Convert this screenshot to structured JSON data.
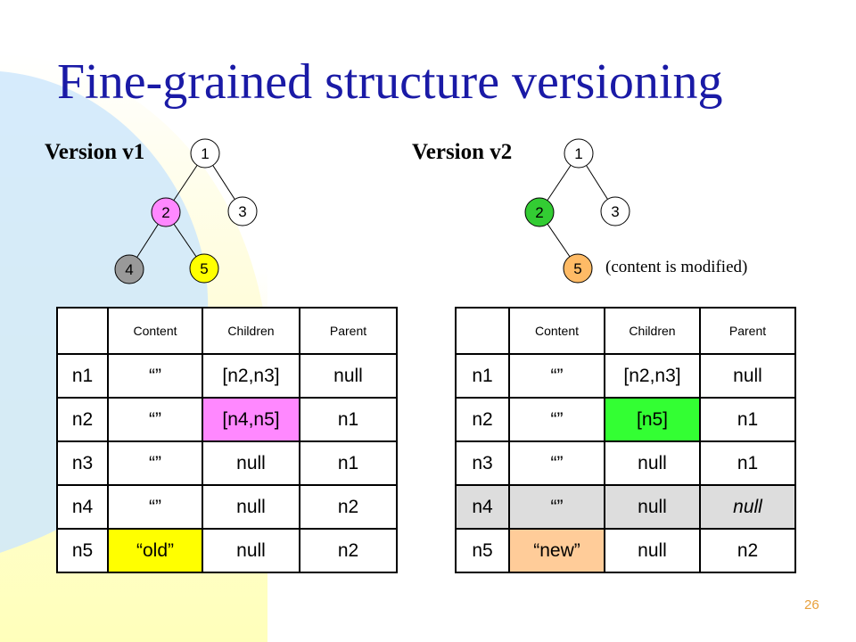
{
  "slide": {
    "title": "Fine-grained structure versioning",
    "page_number": "26",
    "note": "(content is modified)"
  },
  "v1": {
    "label": "Version v1",
    "nodes": [
      "1",
      "2",
      "3",
      "4",
      "5"
    ],
    "table": {
      "headers": [
        "",
        "Content",
        "Children",
        "Parent"
      ],
      "rows": [
        [
          "n1",
          "“”",
          "[n2,n3]",
          "null"
        ],
        [
          "n2",
          "“”",
          "[n4,n5]",
          "n1"
        ],
        [
          "n3",
          "“”",
          "null",
          "n1"
        ],
        [
          "n4",
          "“”",
          "null",
          "n2"
        ],
        [
          "n5",
          "“old”",
          "null",
          "n2"
        ]
      ]
    }
  },
  "v2": {
    "label": "Version v2",
    "nodes": [
      "1",
      "2",
      "3",
      "5"
    ],
    "table": {
      "headers": [
        "",
        "Content",
        "Children",
        "Parent"
      ],
      "rows": [
        [
          "n1",
          "“”",
          "[n2,n3]",
          "null"
        ],
        [
          "n2",
          "“”",
          "[n5]",
          "n1"
        ],
        [
          "n3",
          "“”",
          "null",
          "n1"
        ],
        [
          "n4",
          "“”",
          "null",
          "null"
        ],
        [
          "n5",
          "“new”",
          "null",
          "n2"
        ]
      ]
    }
  },
  "colors": {
    "title": "#1a1aa6",
    "node_pink": "#ff88ff",
    "node_yellow": "#ffff00",
    "node_grey": "#999999",
    "node_green": "#33cc33",
    "node_orange": "#ffbb66",
    "cell_green": "#33ff33",
    "cell_grey": "#dddddd",
    "cell_orange": "#ffcc99",
    "page_number": "#e8a03c"
  }
}
